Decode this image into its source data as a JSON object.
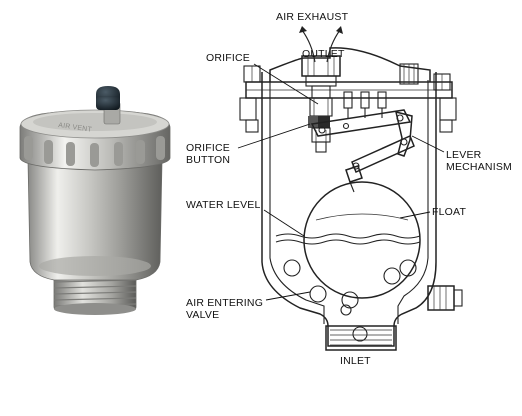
{
  "labels": {
    "air_exhaust": "AIR EXHAUST",
    "outlet": "OUTLET",
    "orifice": "ORIFICE",
    "orifice_button_1": "ORIFICE",
    "orifice_button_2": "BUTTON",
    "lever_1": "LEVER",
    "lever_2": "MECHANISM",
    "water_level": "WATER LEVEL",
    "float": "FLOAT",
    "air_valve_1": "AIR ENTERING",
    "air_valve_2": "VALVE",
    "inlet": "INLET"
  },
  "colors": {
    "line": "#222222",
    "metal_light": "#e8e8e6",
    "metal_mid": "#b9b9b6",
    "metal_dark": "#6f6f6c",
    "cap": "#1e2a33"
  }
}
